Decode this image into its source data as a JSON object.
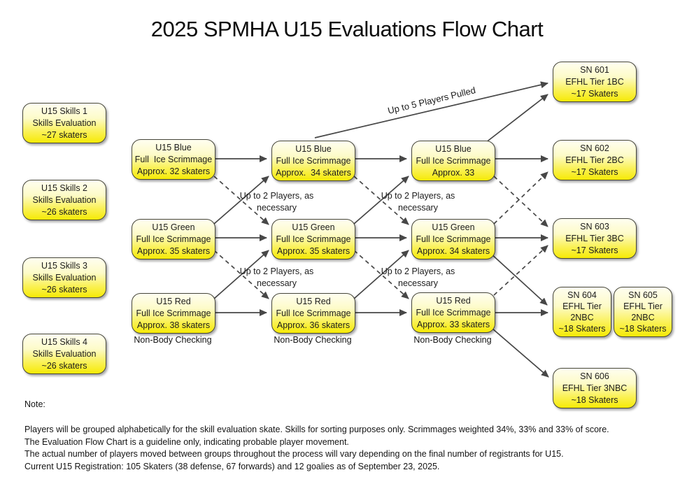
{
  "title": "2025 SPMHA U15 Evaluations Flow Chart",
  "skills_column": {
    "boxes": [
      {
        "title": "U15 Skills 1",
        "subtitle": "Skills Evaluation",
        "count": "~27 skaters"
      },
      {
        "title": "U15 Skills 2",
        "subtitle": "Skills Evaluation",
        "count": "~26 skaters"
      },
      {
        "title": "U15 Skills 3",
        "subtitle": "Skills Evaluation",
        "count": "~26 skaters"
      },
      {
        "title": "U15 Skills 4",
        "subtitle": "Skills Evaluation",
        "count": "~26 skaters"
      }
    ]
  },
  "scrimmage_columns": [
    {
      "boxes": [
        {
          "title": "U15 Blue",
          "subtitle": "Full  Ice Scrimmage",
          "count": "Approx. 32 skaters"
        },
        {
          "title": "U15 Green",
          "subtitle": "Full Ice Scrimmage",
          "count": "Approx. 35 skaters"
        },
        {
          "title": "U15 Red",
          "subtitle": "Full Ice Scrimmage",
          "count": "Approx. 38 skaters"
        }
      ],
      "footnote": "Non-Body Checking"
    },
    {
      "boxes": [
        {
          "title": "U15 Blue",
          "subtitle": "Full Ice Scrimmage",
          "count": "Approx.  34 skaters"
        },
        {
          "title": "U15 Green",
          "subtitle": "Full Ice Scrimmage",
          "count": "Approx. 35 skaters"
        },
        {
          "title": "U15 Red",
          "subtitle": "Full Ice Scrimmage",
          "count": "Approx. 36 skaters"
        }
      ],
      "footnote": "Non-Body Checking"
    },
    {
      "boxes": [
        {
          "title": "U15 Blue",
          "subtitle": "Full Ice Scrimmage",
          "count": "Approx. 33"
        },
        {
          "title": "U15 Green",
          "subtitle": "Full Ice Scrimmage",
          "count": "Approx. 34 skaters"
        },
        {
          "title": "U15 Red",
          "subtitle": "Full Ice Scrimmage",
          "count": "Approx. 33 skaters"
        }
      ],
      "footnote": "Non-Body Checking"
    }
  ],
  "tier_boxes": [
    {
      "title": "SN 601",
      "subtitle": "EFHL Tier 1BC",
      "count": "~17 Skaters"
    },
    {
      "title": "SN 602",
      "subtitle": "EFHL Tier 2BC",
      "count": "~17 Skaters"
    },
    {
      "title": "SN 603",
      "subtitle": "EFHL Tier 3BC",
      "count": "~17 Skaters"
    },
    {
      "title": "SN 604",
      "subtitle": "EFHL Tier",
      "line3": "2NBC",
      "count": "~18 Skaters"
    },
    {
      "title": "SN 605",
      "subtitle": "EFHL Tier",
      "line3": "2NBC",
      "count": "~18 Skaters"
    },
    {
      "title": "SN 606",
      "subtitle": "EFHL Tier 3NBC",
      "count": "~18 Skaters"
    }
  ],
  "edge_labels": {
    "players_pulled": "Up to 5 Players Pulled",
    "up_to_two_line1": "Up to 2 Players, as",
    "up_to_two_line2": "necessary"
  },
  "edges_semantic": [
    {
      "from": "round1-blue",
      "to": "round2-blue",
      "style": "solid"
    },
    {
      "from": "round1-green",
      "to": "round2-green",
      "style": "solid"
    },
    {
      "from": "round1-red",
      "to": "round2-red",
      "style": "solid"
    },
    {
      "from": "round1-green",
      "to": "round2-blue",
      "style": "solid"
    },
    {
      "from": "round1-red",
      "to": "round2-green",
      "style": "solid"
    },
    {
      "from": "round1-blue",
      "to": "round2-green",
      "style": "dashed"
    },
    {
      "from": "round1-green",
      "to": "round2-red",
      "style": "dashed"
    },
    {
      "from": "round2-blue",
      "to": "round3-blue",
      "style": "solid"
    },
    {
      "from": "round2-green",
      "to": "round3-green",
      "style": "solid"
    },
    {
      "from": "round2-red",
      "to": "round3-red",
      "style": "solid"
    },
    {
      "from": "round2-green",
      "to": "round3-blue",
      "style": "solid"
    },
    {
      "from": "round2-red",
      "to": "round3-green",
      "style": "solid"
    },
    {
      "from": "round2-blue",
      "to": "round3-green",
      "style": "dashed"
    },
    {
      "from": "round2-green",
      "to": "round3-red",
      "style": "dashed"
    },
    {
      "from": "round2-blue",
      "to": "sn601",
      "style": "solid",
      "label": "Up to 5 Players Pulled"
    },
    {
      "from": "round3-blue",
      "to": "sn601",
      "style": "solid"
    },
    {
      "from": "round3-blue",
      "to": "sn602",
      "style": "solid"
    },
    {
      "from": "round3-green",
      "to": "sn603",
      "style": "solid"
    },
    {
      "from": "round3-red",
      "to": "sn604",
      "style": "solid"
    },
    {
      "from": "round3-green",
      "to": "sn604",
      "style": "solid"
    },
    {
      "from": "round3-red",
      "to": "sn606",
      "style": "solid"
    },
    {
      "from": "round3-blue",
      "to": "sn603",
      "style": "dashed"
    },
    {
      "from": "round3-green",
      "to": "sn602",
      "style": "dashed"
    },
    {
      "from": "round3-red",
      "to": "sn603",
      "style": "dashed"
    }
  ],
  "notes": {
    "heading": "Note:",
    "lines": [
      "Players will be grouped alphabetically for the skill evaluation skate. Skills for sorting purposes only. Scrimmages weighted 34%, 33% and 33% of score.",
      "The Evaluation Flow Chart is a guideline only, indicating probable player movement.",
      "The actual number of players moved between groups throughout the process will vary depending on the final number of registrants for U15.",
      "Current U15 Registration: 105 Skaters (38 defense, 67 forwards) and 12 goalies as of September 23, 2025."
    ]
  },
  "colors": {
    "box_fill_top": "#FFFEF0",
    "box_fill_bottom": "#F6EA06",
    "box_border": "#45453A",
    "arrow": "#474747"
  }
}
